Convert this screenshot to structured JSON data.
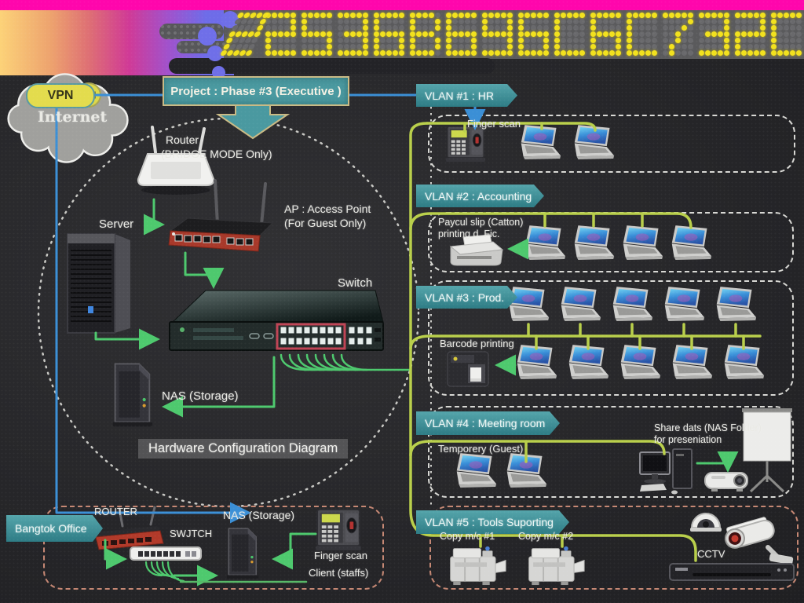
{
  "captcha": {
    "code": "22536B696C6C732C"
  },
  "banner": {
    "project": "Project : Phase #3 (Executive )"
  },
  "cloud": {
    "vpn": "VPN",
    "internet": "Internet"
  },
  "core": {
    "router": "Router",
    "router_mode": "(BRIDGE MODE Only)",
    "ap": "AP : Access Point",
    "ap_mode": "(For Guest Only)",
    "server": "Server",
    "switch": "Switch",
    "nas": "NAS (Storage)",
    "title": "Hardware Configuration Diagram"
  },
  "vlans": [
    {
      "label": "VLAN #1 : HR",
      "finger_scan": "Finger scan",
      "laptop_count": 2
    },
    {
      "label": "VLAN #2 : Accounting",
      "printer_line1": "Paycul slip (Catton)",
      "printer_line2": "printing d. Fic.",
      "laptop_count": 4
    },
    {
      "label": "VLAN #3 : Prod.",
      "printer": "Barcode printing",
      "laptop_count_top": 5,
      "laptop_count_bottom": 5
    },
    {
      "label": "VLAN #4 : Meeting room",
      "guests": "Temporery (Guest)",
      "share_line1": "Share dats (NAS Folder)",
      "share_line2": "for preseniation",
      "laptop_count": 2
    },
    {
      "label": "VLAN #5 : Tools Suporting",
      "copier1": "Copy m/c #1",
      "copier2": "Copy m/c #2",
      "cctv": "CCTV"
    }
  ],
  "branch_office": {
    "label": "Bangtok Office",
    "router": "ROUTER",
    "switch": "SWJTCH",
    "nas": "NAS (Storage)",
    "finger_scan": "Finger scan",
    "clients": "Client (staffs)"
  },
  "colors": {
    "top_bar": "#ff06ac",
    "led_yellow": "#f2e11e",
    "line_green": "#4ec96e",
    "line_lime": "#b9cf4b",
    "line_blue": "#3b8fd6",
    "dashed_salmon": "#c68874",
    "label_teal": "#3f8d95"
  }
}
